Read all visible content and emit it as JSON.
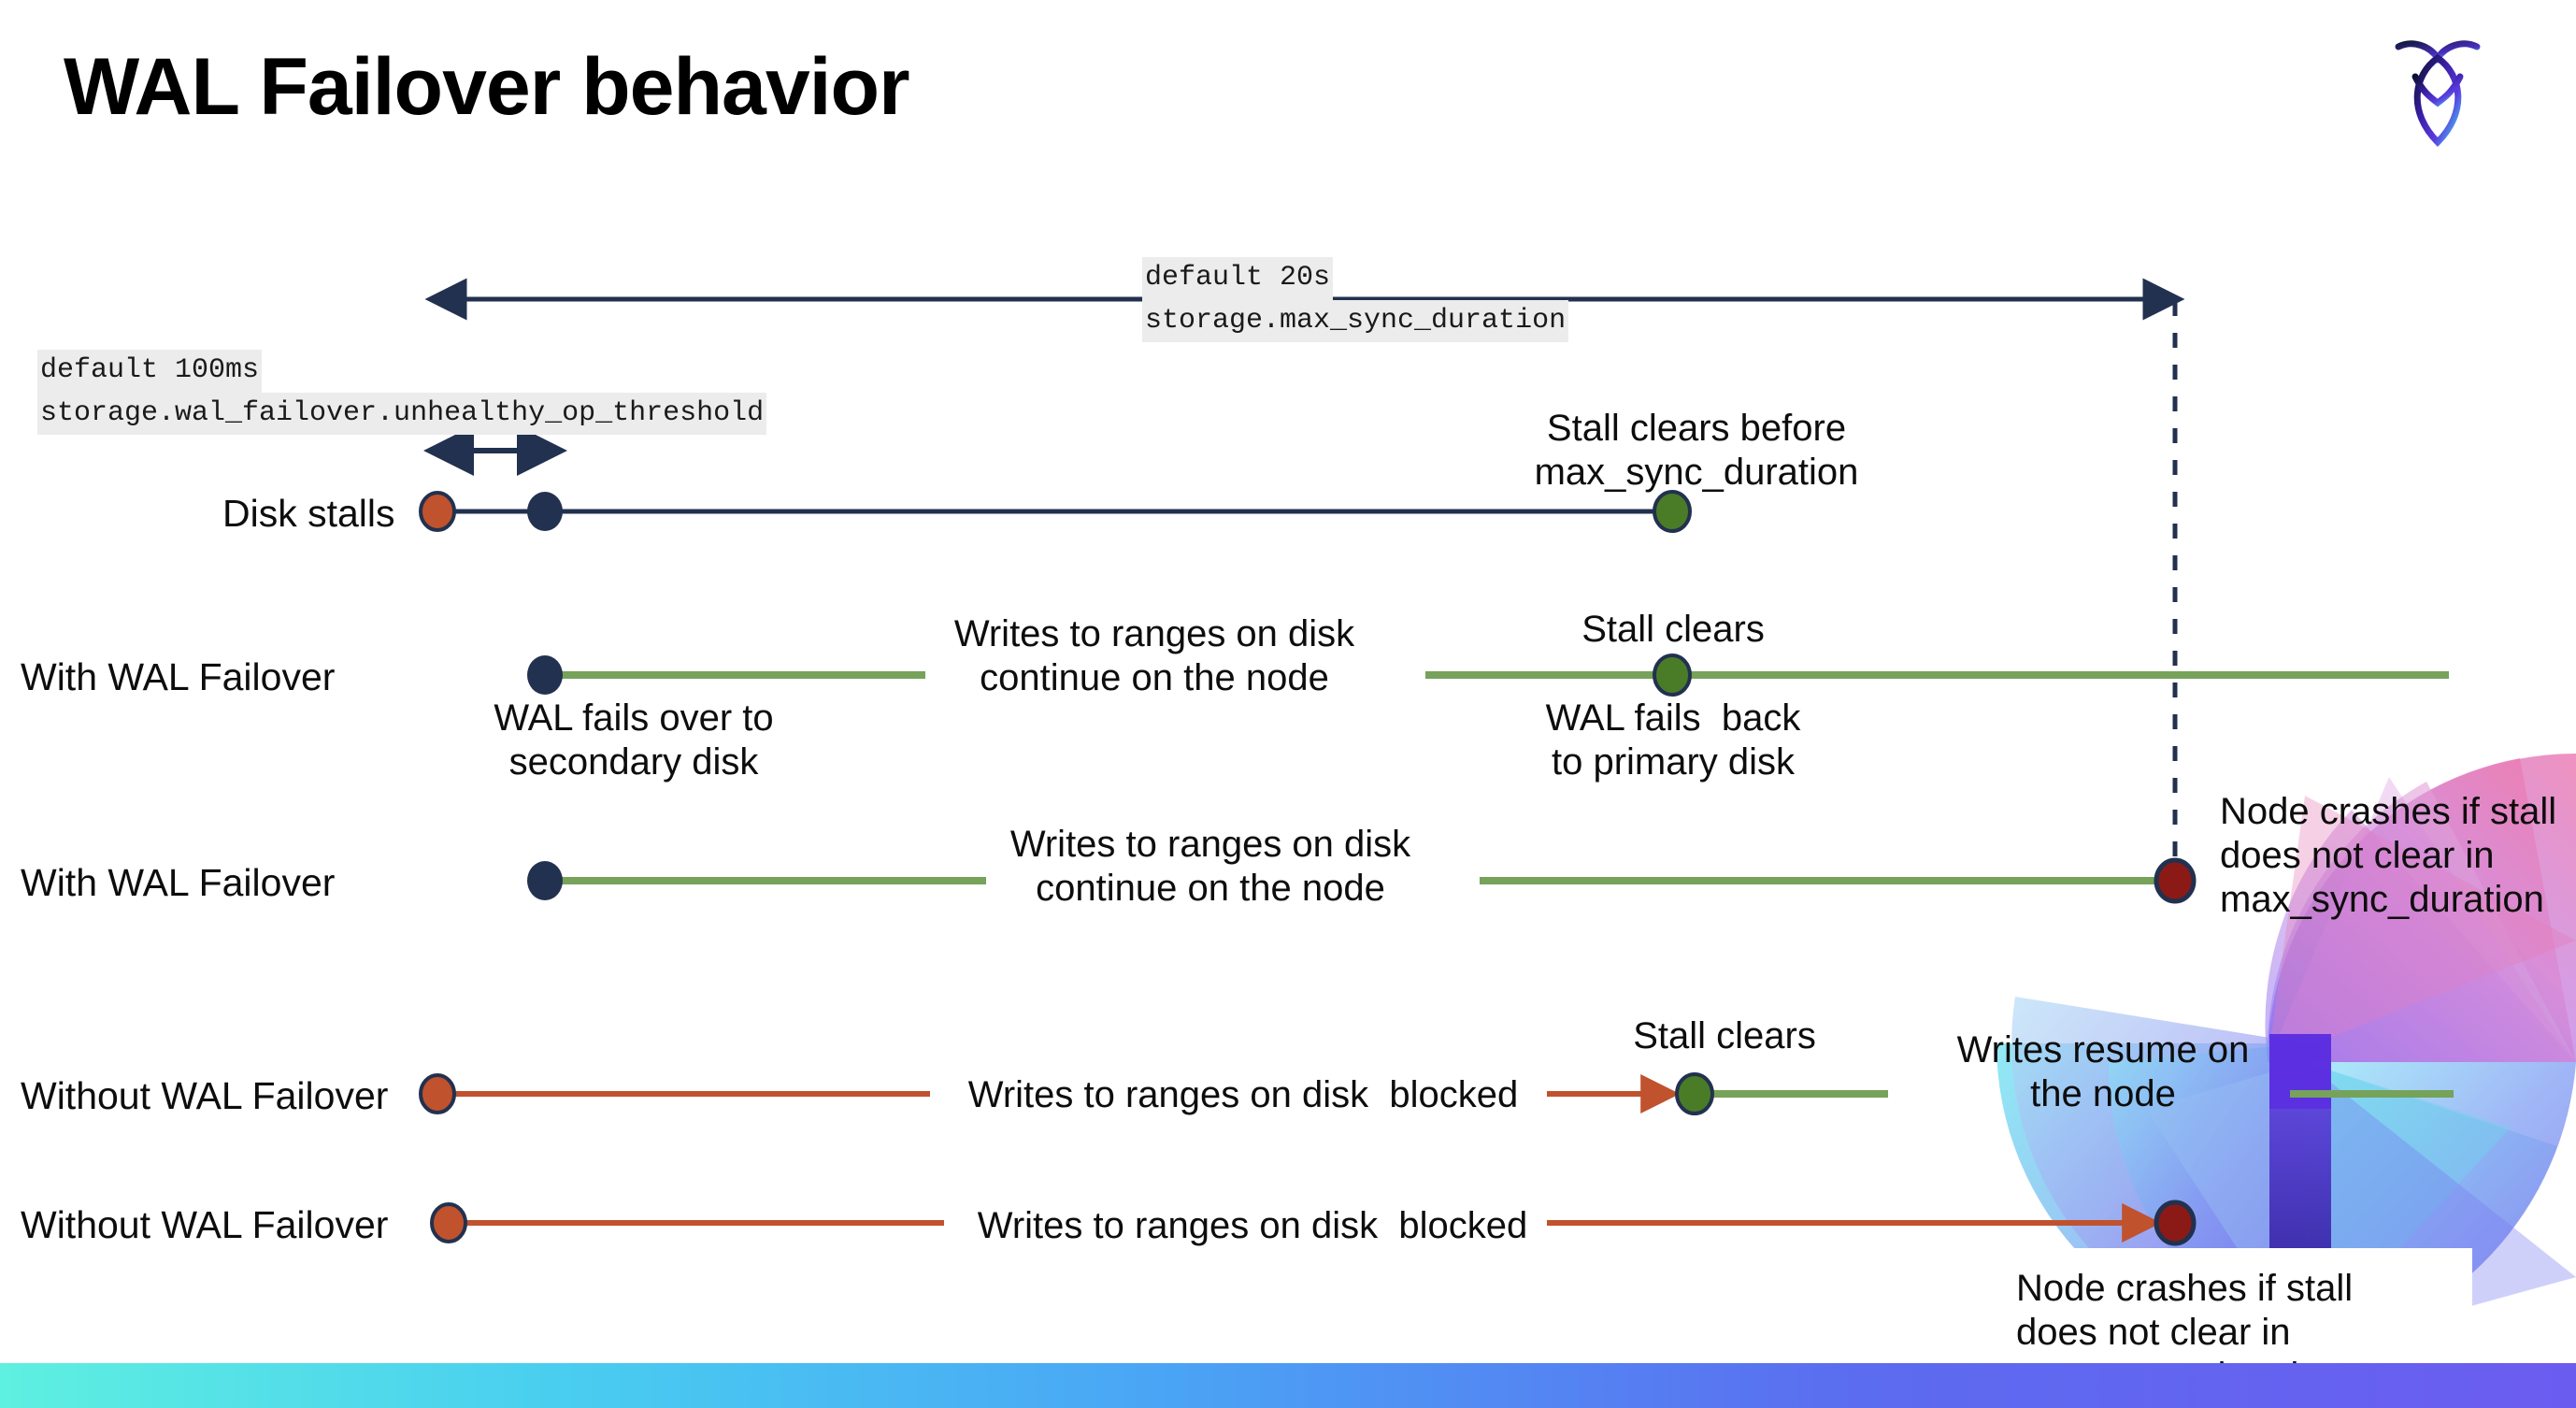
{
  "slide": {
    "title": "WAL Failover behavior",
    "logo_name": "cockroachdb-logo"
  },
  "annotations": {
    "max_sync": {
      "line1": "default 20s",
      "line2": "storage.max_sync_duration"
    },
    "unhealthy_op": {
      "line1": "default 100ms",
      "line2": "storage.wal_failover.unhealthy_op_threshold"
    }
  },
  "rows": [
    {
      "label": "Disk stalls",
      "note_above": "Stall clears before\nmax_sync_duration"
    },
    {
      "label": "With WAL Failover",
      "note_below_start": "WAL fails over to\nsecondary disk",
      "note_mid": "Writes to ranges on disk\ncontinue on the node",
      "note_above_clear": "Stall clears",
      "note_below_clear": "WAL fails  back\nto primary disk"
    },
    {
      "label": "With WAL Failover",
      "note_mid": "Writes to ranges on disk\ncontinue on the node",
      "note_crash": "Node crashes if stall\ndoes not clear in\nmax_sync_duration"
    },
    {
      "label": "Without WAL Failover",
      "note_mid": "Writes to ranges on disk  blocked",
      "note_above_clear": "Stall clears",
      "note_resume": "Writes resume on\nthe node"
    },
    {
      "label": "Without WAL Failover",
      "note_mid": "Writes to ranges on disk  blocked",
      "note_crash": "Node crashes if stall\ndoes not clear in\nmax_sync_duration"
    }
  ],
  "colors": {
    "navy": "#22314f",
    "orange": "#c0522e",
    "green_line": "#76a25a",
    "green_dot": "#4a7c28",
    "dark_red": "#8b1a16",
    "code_bg": "#ececec",
    "bar_gradient_start": "#5ef0e0",
    "bar_gradient_end": "#6b5cf0"
  }
}
